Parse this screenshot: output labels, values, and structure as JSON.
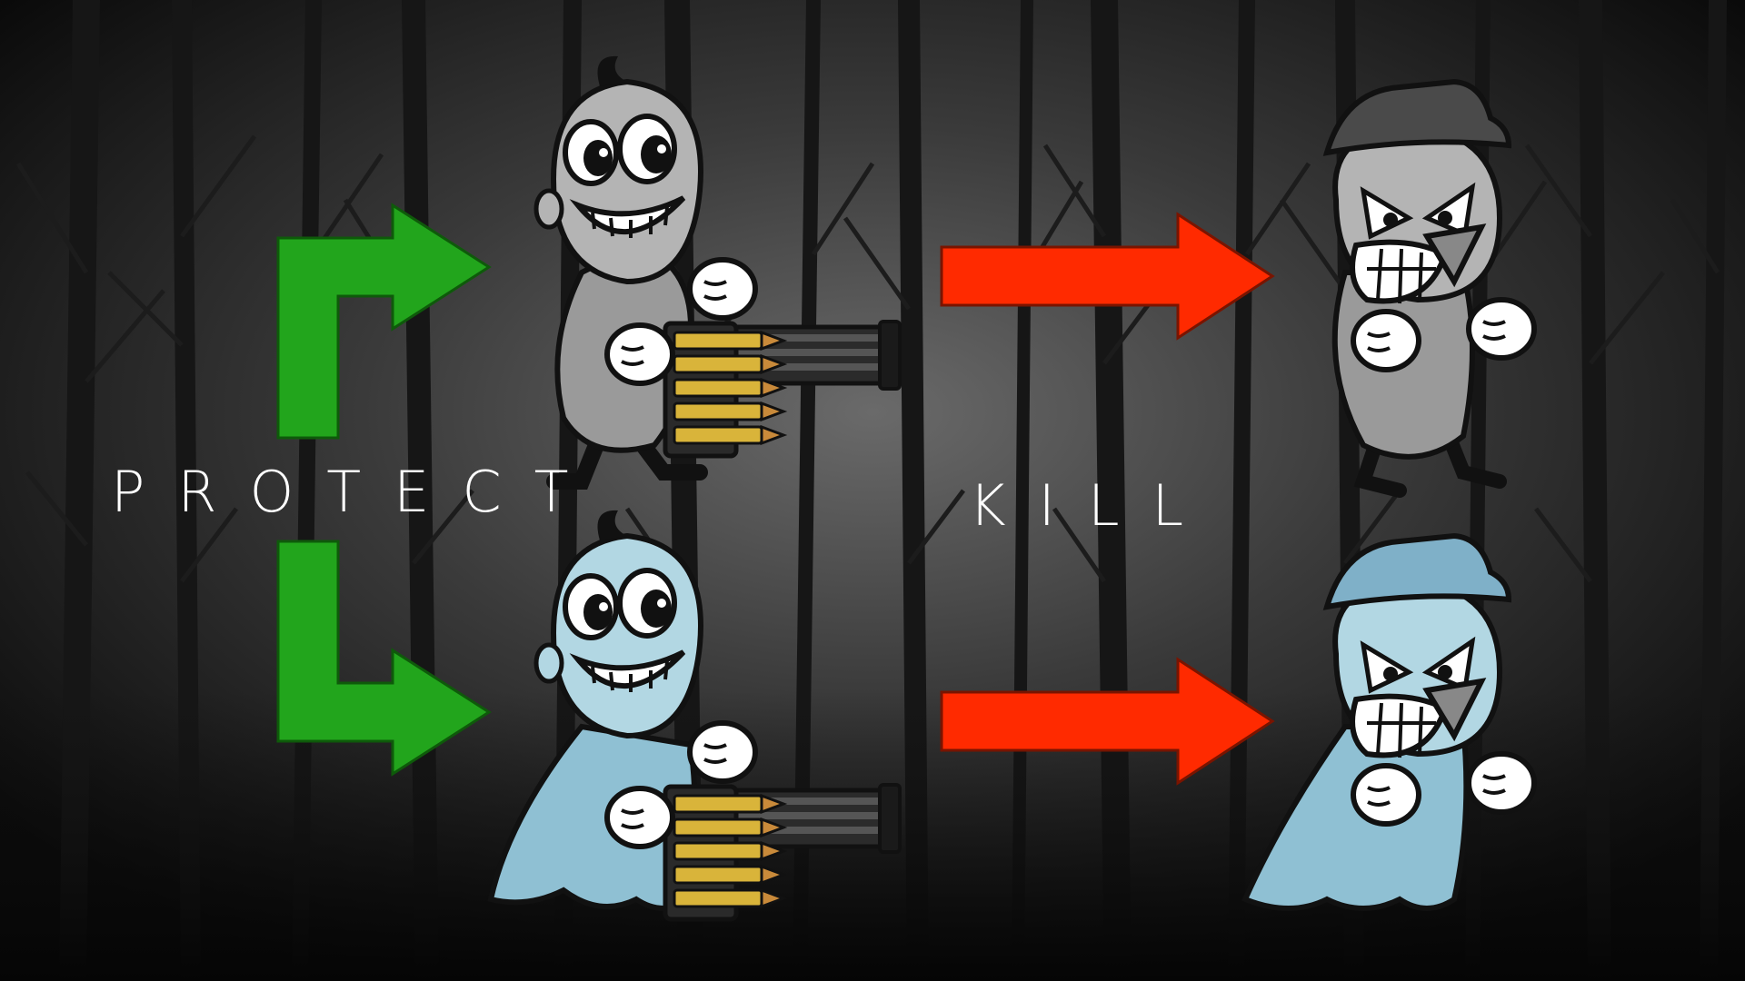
{
  "labels": {
    "protect": "PROTECT",
    "kill": "KILL"
  },
  "colors": {
    "protect_arrow": "#22a51c",
    "kill_arrow": "#ff2a00",
    "background_sky": "#5e5e5e",
    "background_dark": "#0d0d0d",
    "human_body": "#9a9a9a",
    "human_head": "#b4b4b4",
    "ghost_body": "#8fc0d3",
    "ghost_head": "#b2d7e3",
    "outline": "#111111",
    "bullet_casing": "#d9b43a"
  },
  "characters": [
    {
      "role": "protected",
      "type": "human",
      "icon": "gunner-human-icon"
    },
    {
      "role": "protected",
      "type": "ghost",
      "icon": "gunner-ghost-icon"
    },
    {
      "role": "target",
      "type": "human",
      "icon": "gangster-human-icon"
    },
    {
      "role": "target",
      "type": "ghost",
      "icon": "gangster-ghost-icon"
    }
  ]
}
